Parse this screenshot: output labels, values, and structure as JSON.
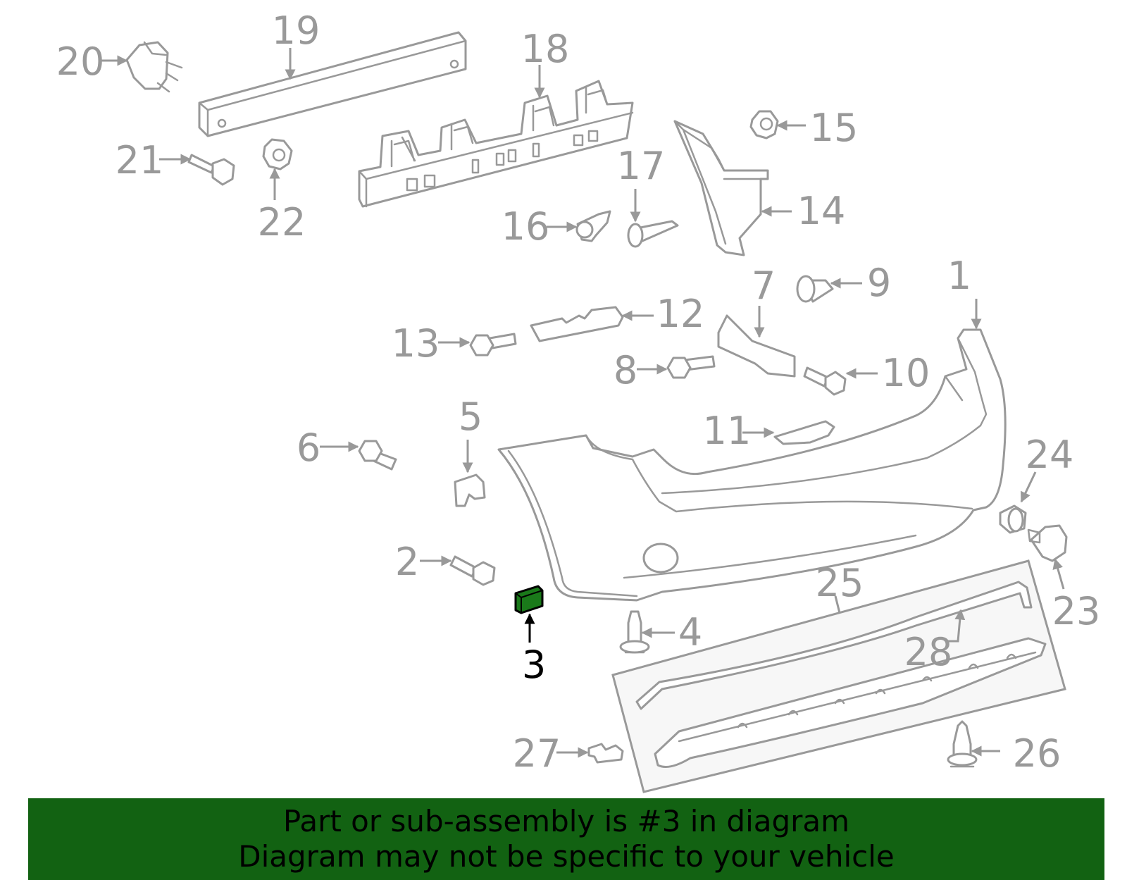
{
  "diagram": {
    "highlight_color": "#1a7a1a",
    "highlighted_part": "3",
    "callouts": [
      "1",
      "2",
      "3",
      "4",
      "5",
      "6",
      "7",
      "8",
      "9",
      "10",
      "11",
      "12",
      "13",
      "14",
      "15",
      "16",
      "17",
      "18",
      "19",
      "20",
      "21",
      "22",
      "23",
      "24",
      "25",
      "26",
      "27",
      "28"
    ]
  },
  "banner": {
    "background": "#126212",
    "line1": "Part or sub-assembly is #3 in diagram",
    "line2": "Diagram may not be specific to your vehicle"
  }
}
